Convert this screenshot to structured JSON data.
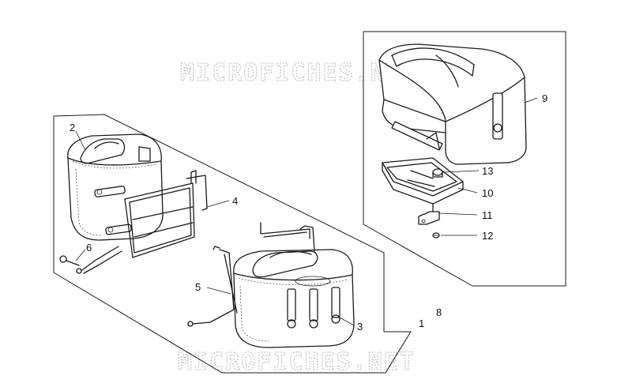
{
  "watermark": {
    "top": "MICROFICHES.NET",
    "bottom": "MICROFICHES.NET"
  },
  "callouts": {
    "c1": "1",
    "c2": "2",
    "c3": "3",
    "c4": "4",
    "c5": "5",
    "c6": "6",
    "c8": "8",
    "c9": "9",
    "c10": "10",
    "c11": "11",
    "c12": "12",
    "c13": "13"
  }
}
